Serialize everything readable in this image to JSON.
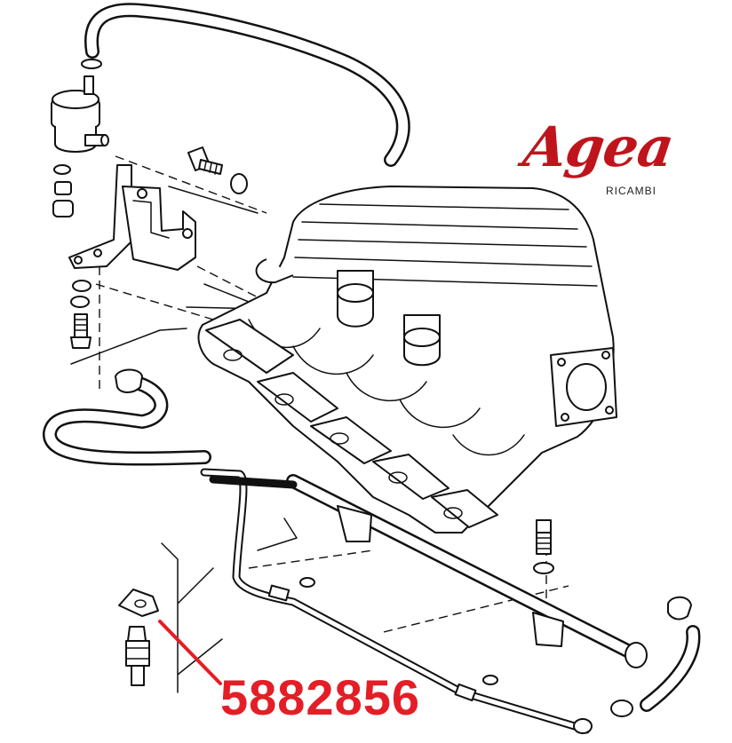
{
  "logo": {
    "brand": "Agea",
    "subtitle": "RICAMBI",
    "color": "#c0141c"
  },
  "callout": {
    "part_number": "5882856",
    "color": "#e41e26"
  }
}
